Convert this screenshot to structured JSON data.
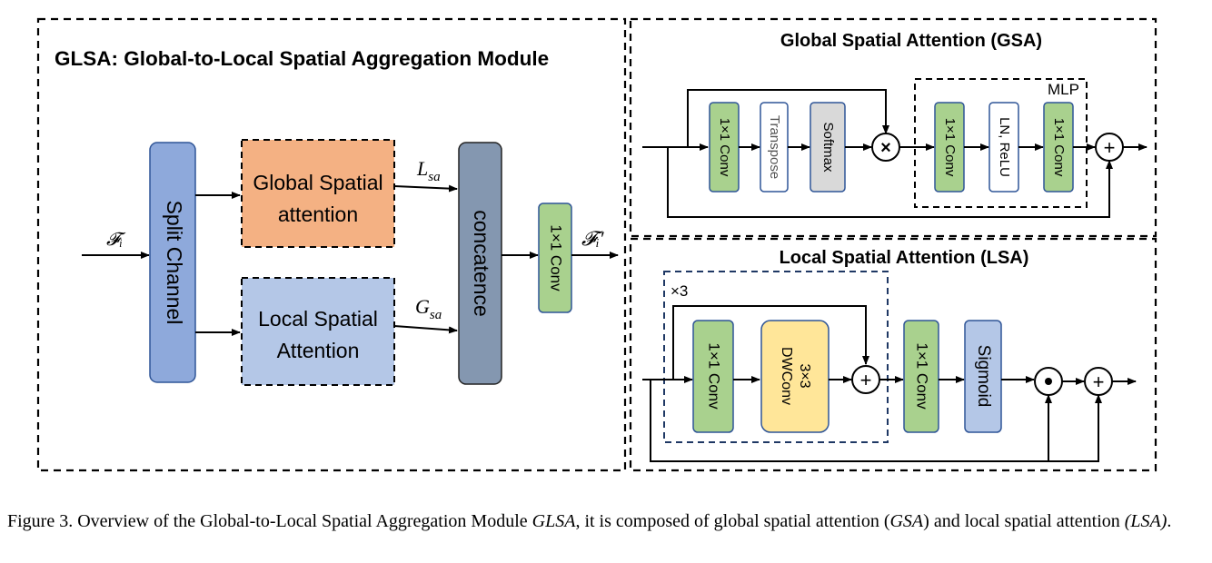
{
  "glsa": {
    "title": "GLSA: Global-to-Local Spatial Aggregation Module",
    "input_label": "𝓕ᵢ",
    "split_channel": "Split Channel",
    "global_box": [
      "Global Spatial",
      "attention"
    ],
    "local_box": [
      "Local Spatial",
      "Attention"
    ],
    "l_sa": "L",
    "l_sa_sub": "sa",
    "g_sa": "G",
    "g_sa_sub": "sa",
    "concat": "concatence",
    "conv": "1×1 Conv",
    "output_label": "𝓕ᵢ′"
  },
  "gsa": {
    "title": "Global Spatial Attention (GSA)",
    "conv1": "1×1 Conv",
    "transpose": "Transpose",
    "softmax": "Softmax",
    "multiply": "×",
    "mlp_label": "MLP",
    "mlp_conv1": "1×1 Conv",
    "ln_relu": "LN, ReLU",
    "mlp_conv2": "1×1 Conv",
    "plus": "+"
  },
  "lsa": {
    "title": "Local Spatial Attention (LSA)",
    "repeat": "×3",
    "conv1": "1×1 Conv",
    "dwconv_1": "3×3",
    "dwconv_2": "DWConv",
    "plus_inner": "+",
    "conv2": "1×1 Conv",
    "sigmoid": "Sigmoid",
    "dot": "•",
    "plus_out": "+"
  },
  "caption": {
    "p1": "Figure 3.  Overview of the Global-to-Local Spatial Aggregation Module ",
    "e1": "GLSA",
    "p2": ", it is composed of global spatial attention (",
    "e2": "GSA",
    "p3": ") and local spatial attention ",
    "e3": "(LSA)",
    "p4": "."
  },
  "colors": {
    "blue_box": "#8ea9db",
    "orange_box": "#f4b183",
    "light_blue_box": "#b4c7e7",
    "gray_box": "#8497b0",
    "green_box": "#a9d18e",
    "light_gray_box": "#d9d9d9",
    "yellow_box": "#ffe699",
    "lsa_dash": "#1f3864"
  }
}
